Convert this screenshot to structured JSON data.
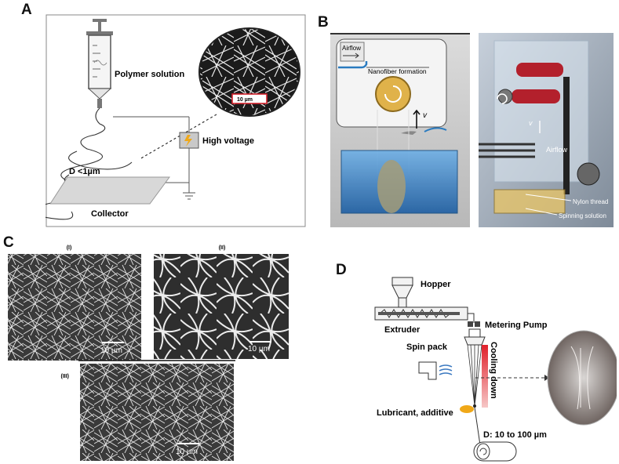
{
  "panels": {
    "a": {
      "letter": "A",
      "polymer_solution": "Polymer solution",
      "scale_bar": "10 µm",
      "high_voltage": "High voltage",
      "diameter": "D <1µm",
      "collector": "Collector"
    },
    "b": {
      "letter": "B",
      "airflow_label": "Airflow",
      "nanofiber_formation": "Nanofiber formation",
      "velocity_symbol": "v",
      "photo_velocity": "v",
      "photo_airflow": "Airflow",
      "nylon_thread": "Nylon thread",
      "spinning_solution": "Spinning solution"
    },
    "c": {
      "letter": "C",
      "sub_i": "(I)",
      "sub_ii": "(II)",
      "sub_iii": "(III)",
      "scale_i": "10 µm",
      "scale_ii": "10 µm",
      "scale_iii": "10 µm"
    },
    "d": {
      "letter": "D",
      "hopper": "Hopper",
      "extruder": "Extruder",
      "metering_pump": "Metering Pump",
      "spin_pack": "Spin pack",
      "cooling_down": "Cooling down",
      "lubricant": "Lubricant, additive",
      "diameter": "D: 10 to 100 µm"
    }
  },
  "colors": {
    "red_accent": "#c8102e",
    "voltage_box": "#c9c9c9",
    "blue_tank": "#2f7fc4",
    "roller_red": "#b3202c",
    "sem_bg": "#3a3a3a",
    "lubricant": "#f0a818",
    "cooling_gradient_top": "#e0202a"
  }
}
